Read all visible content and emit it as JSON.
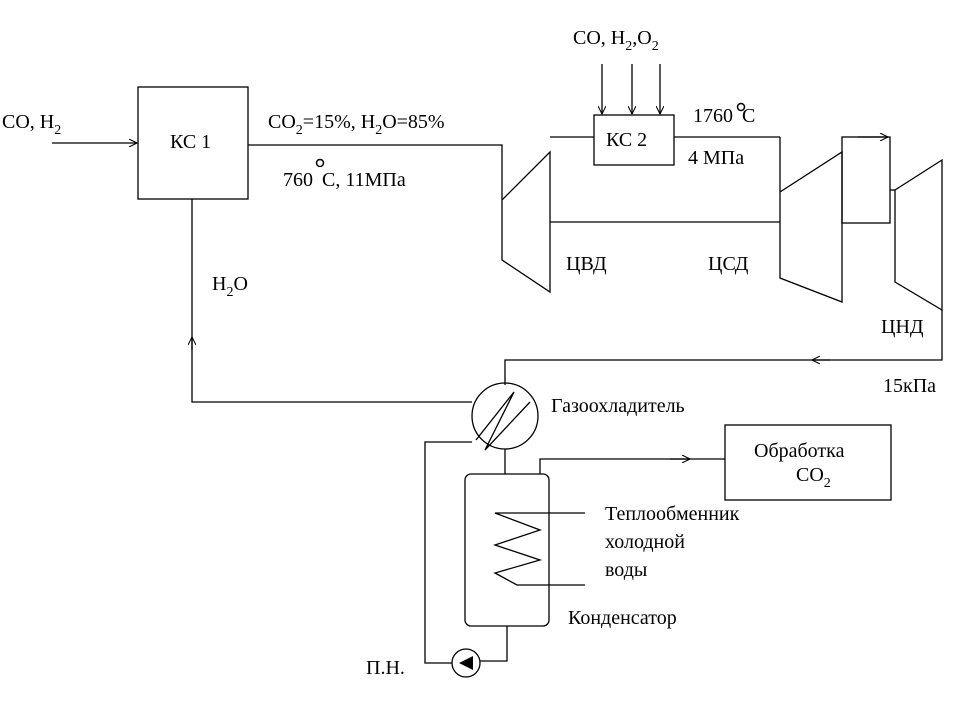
{
  "inputs": {
    "ks1_feed": {
      "a": "CO, H",
      "b": "2"
    },
    "ks2_feed": {
      "a": "CO, H",
      "b": "2",
      "c": ",O",
      "d": "2"
    }
  },
  "units": {
    "ks1": "КС 1",
    "ks2": "КС 2",
    "cvd": "ЦВД",
    "csd": "ЦСД",
    "cnd": "ЦНД",
    "gas_cooler": "Газоохладитель",
    "co2_processing": {
      "line1": "Обработка",
      "line2a": "CO",
      "line2b": "2"
    },
    "heat_exchanger": [
      "Теплообменник",
      "холодной",
      "воды"
    ],
    "condenser": "Конденсатор",
    "pump": "П.Н."
  },
  "streams": {
    "ks1_out_composition": {
      "a": "CO",
      "b": "2",
      "c": "=15%, H",
      "d": "2",
      "e": "O=85%"
    },
    "ks1_out_temp": {
      "a": "760",
      "b": "C, 11МПа"
    },
    "ks2_temp": {
      "a": "1760",
      "b": "C"
    },
    "ks2_pressure": "4 МПа",
    "exhaust_pressure": "15кПа",
    "water_return": {
      "a": "H",
      "b": "2",
      "c": "O"
    }
  }
}
